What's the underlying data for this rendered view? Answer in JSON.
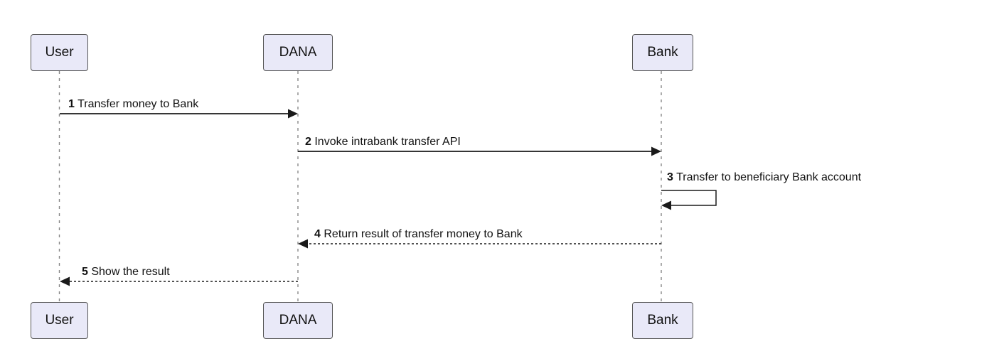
{
  "diagram": {
    "type": "sequence",
    "actors": [
      {
        "id": "user",
        "label": "User"
      },
      {
        "id": "dana",
        "label": "DANA"
      },
      {
        "id": "bank",
        "label": "Bank"
      }
    ],
    "messages": [
      {
        "seq": "1",
        "text": "Transfer money to Bank",
        "from": "User",
        "to": "DANA",
        "line": "solid"
      },
      {
        "seq": "2",
        "text": "Invoke intrabank transfer API",
        "from": "DANA",
        "to": "Bank",
        "line": "solid"
      },
      {
        "seq": "3",
        "text": "Transfer to beneficiary Bank account",
        "from": "Bank",
        "to": "Bank",
        "line": "self-loop"
      },
      {
        "seq": "4",
        "text": "Return result of transfer money to Bank",
        "from": "Bank",
        "to": "DANA",
        "line": "dashed"
      },
      {
        "seq": "5",
        "text": "Show the result",
        "from": "DANA",
        "to": "User",
        "line": "dashed"
      }
    ],
    "colors": {
      "background": "#ffffff",
      "actor_fill": "#e9e9f8",
      "actor_border": "#555555",
      "lifeline": "#888888",
      "message_line": "#1a1a1a",
      "text": "#111111"
    }
  }
}
